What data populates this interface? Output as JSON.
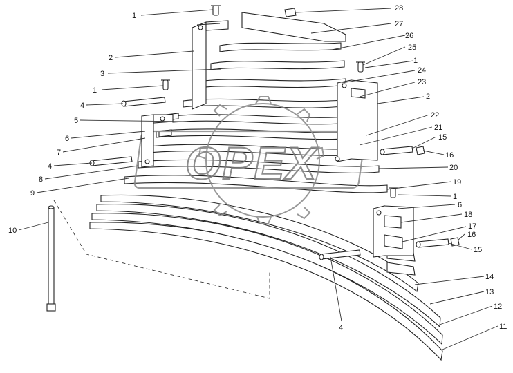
{
  "watermark": {
    "text": "OPEX"
  },
  "callouts": [
    {
      "id": "c1a",
      "label": "1"
    },
    {
      "id": "c28",
      "label": "28"
    },
    {
      "id": "c27",
      "label": "27"
    },
    {
      "id": "c2a",
      "label": "2"
    },
    {
      "id": "c26",
      "label": "26"
    },
    {
      "id": "c25",
      "label": "25"
    },
    {
      "id": "c3",
      "label": "3"
    },
    {
      "id": "c1b",
      "label": "1"
    },
    {
      "id": "c24",
      "label": "24"
    },
    {
      "id": "c1c",
      "label": "1"
    },
    {
      "id": "c23",
      "label": "23"
    },
    {
      "id": "c2b",
      "label": "2"
    },
    {
      "id": "c4a",
      "label": "4"
    },
    {
      "id": "c5",
      "label": "5"
    },
    {
      "id": "c22",
      "label": "22"
    },
    {
      "id": "c6a",
      "label": "6"
    },
    {
      "id": "c21",
      "label": "21"
    },
    {
      "id": "c15a",
      "label": "15"
    },
    {
      "id": "c7",
      "label": "7"
    },
    {
      "id": "c16a",
      "label": "16"
    },
    {
      "id": "c4b",
      "label": "4"
    },
    {
      "id": "c20",
      "label": "20"
    },
    {
      "id": "c8",
      "label": "8"
    },
    {
      "id": "c19",
      "label": "19"
    },
    {
      "id": "c9",
      "label": "9"
    },
    {
      "id": "c1d",
      "label": "1"
    },
    {
      "id": "c6b",
      "label": "6"
    },
    {
      "id": "c18",
      "label": "18"
    },
    {
      "id": "c10",
      "label": "10"
    },
    {
      "id": "c17",
      "label": "17"
    },
    {
      "id": "c16b",
      "label": "16"
    },
    {
      "id": "c15b",
      "label": "15"
    },
    {
      "id": "c14",
      "label": "14"
    },
    {
      "id": "c13",
      "label": "13"
    },
    {
      "id": "c12",
      "label": "12"
    },
    {
      "id": "c4c",
      "label": "4"
    },
    {
      "id": "c11",
      "label": "11"
    }
  ]
}
